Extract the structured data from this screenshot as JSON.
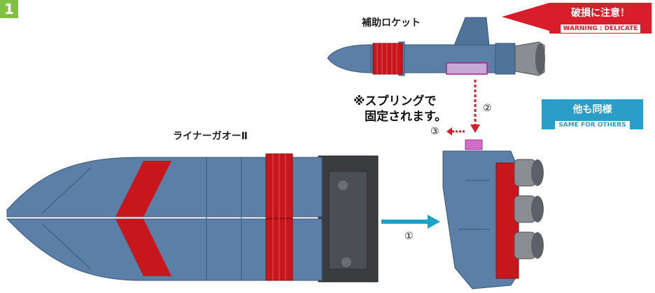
{
  "step_number": "1",
  "labels": {
    "rocket_name": "補助ロケット",
    "robot_name": "ライナーガオーⅡ"
  },
  "warning": {
    "title": "破損に注意！",
    "subtitle": "WARNING : DELICATE"
  },
  "same": {
    "title": "他も同様",
    "subtitle": "SAME FOR OTHERS"
  },
  "note": {
    "line1": "※スプリングで",
    "line2": "固定されます。"
  },
  "steps": {
    "one": "①",
    "two": "②",
    "three": "③"
  },
  "colors": {
    "toy_blue": "#5b7fa6",
    "toy_red": "#c8161d",
    "warning_red": "#d81e2b",
    "info_blue": "#2b9dc9",
    "step_green": "#7fc242",
    "arrow_cyan": "#1aa3c8"
  }
}
